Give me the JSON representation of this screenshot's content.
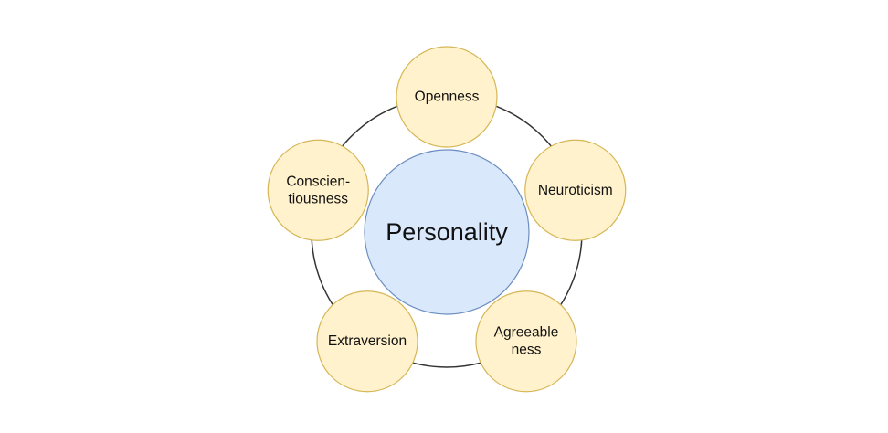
{
  "center": {
    "label": "Personality",
    "fill": "#dae8fc",
    "stroke": "#6c8ebf"
  },
  "ring": {
    "stroke": "#333333"
  },
  "traits": [
    {
      "name": "openness",
      "lines": [
        "Openness"
      ]
    },
    {
      "name": "neuroticism",
      "lines": [
        "Neuroticism"
      ]
    },
    {
      "name": "agreeableness",
      "lines": [
        "Agreeable",
        "ness"
      ]
    },
    {
      "name": "extraversion",
      "lines": [
        "Extraversion"
      ]
    },
    {
      "name": "conscientiousness",
      "lines": [
        "Conscien-",
        "tiousness"
      ]
    }
  ],
  "trait_style": {
    "fill": "#fff2cc",
    "stroke": "#d6b656"
  }
}
